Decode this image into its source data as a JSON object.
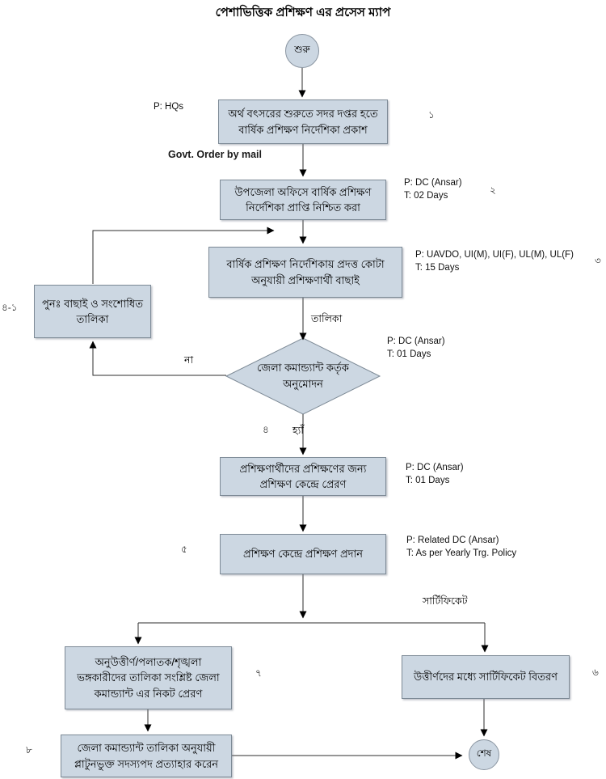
{
  "title": "পেশাভিত্তিক প্রশিক্ষণ এর প্রসেস ম্যাপ",
  "colors": {
    "node_fill": "#ccd7e2",
    "node_border": "#7d8a96",
    "line": "#2e2e2e",
    "text": "#000000"
  },
  "nodes": {
    "start": {
      "label": "শুরু"
    },
    "publish_guideline": {
      "label": "অর্থ বৎসরের শুরুতে সদর দপ্তর হতে বার্ষিক প্রশিক্ষণ নির্দেশিকা প্রকাশ",
      "step": "১"
    },
    "confirm_receipt": {
      "label": "উপজেলা অফিসে বার্ষিক প্রশিক্ষণ নির্দেশিকা প্রাপ্তি নিশ্চিত করা",
      "step": "২"
    },
    "select_trainees": {
      "label": "বার্ষিক প্রশিক্ষণ নির্দেশিকায় প্রদত্ত কোটা অনুযায়ী প্রশিক্ষণার্থী বাছাই",
      "step": "৩"
    },
    "revise_list": {
      "label": "পুনঃ  বাছাই ও সংশোধিত তালিকা",
      "step": "৪-১"
    },
    "approval_decision": {
      "label": "জেলা কমান্ড্যান্ট কর্তৃক অনুমোদন",
      "step": "৪"
    },
    "send_to_center": {
      "label": "প্রশিক্ষণার্থীদের প্রশিক্ষণের জন্য প্রশিক্ষণ কেন্দ্রে প্রেরণ"
    },
    "provide_training": {
      "label": "প্রশিক্ষণ কেন্দ্রে প্রশিক্ষণ প্রদান",
      "step": "৫"
    },
    "send_failed_list": {
      "label": "অনুউত্তীর্ণ/পলাতক/শৃঙ্খলা ভঙ্গকারীদের তালিকা সংশ্লিষ্ট  জেলা কমান্ড্যান্ট এর নিকট প্রেরণ",
      "step": "৭"
    },
    "distribute_certificates": {
      "label": "উত্তীর্ণদের মধ্যে সার্টিফিকেট বিতরণ",
      "step": "৬"
    },
    "withdraw_membership": {
      "label": "জেলা কমান্ড্যান্ট তালিকা অনুযায়ী প্লাটুনভুক্ত সদস্যপদ প্রত্যাহার করেন",
      "step": "৮"
    },
    "end": {
      "label": "শেষ"
    }
  },
  "annotations": {
    "hqs": "P: HQs",
    "govt_order": "Govt. Order by mail",
    "confirm_receipt": {
      "p": "P: DC (Ansar)",
      "t": "T: 02 Days"
    },
    "select_trainees": {
      "p": "P: UAVDO, UI(M), UI(F), UL(M), UL(F)",
      "t": "T: 15 Days"
    },
    "approval_decision": {
      "p": "P: DC (Ansar)",
      "t": "T: 01 Days"
    },
    "send_to_center": {
      "p": "P: DC (Ansar)",
      "t": "T: 01 Days"
    },
    "provide_training": {
      "p": "P: Related DC (Ansar)",
      "t": "T: As per Yearly Trg. Policy"
    }
  },
  "edge_labels": {
    "list": "তালিকা",
    "no": "না",
    "yes": "হ্যাঁ",
    "certificate": "সার্টিফিকেট"
  }
}
